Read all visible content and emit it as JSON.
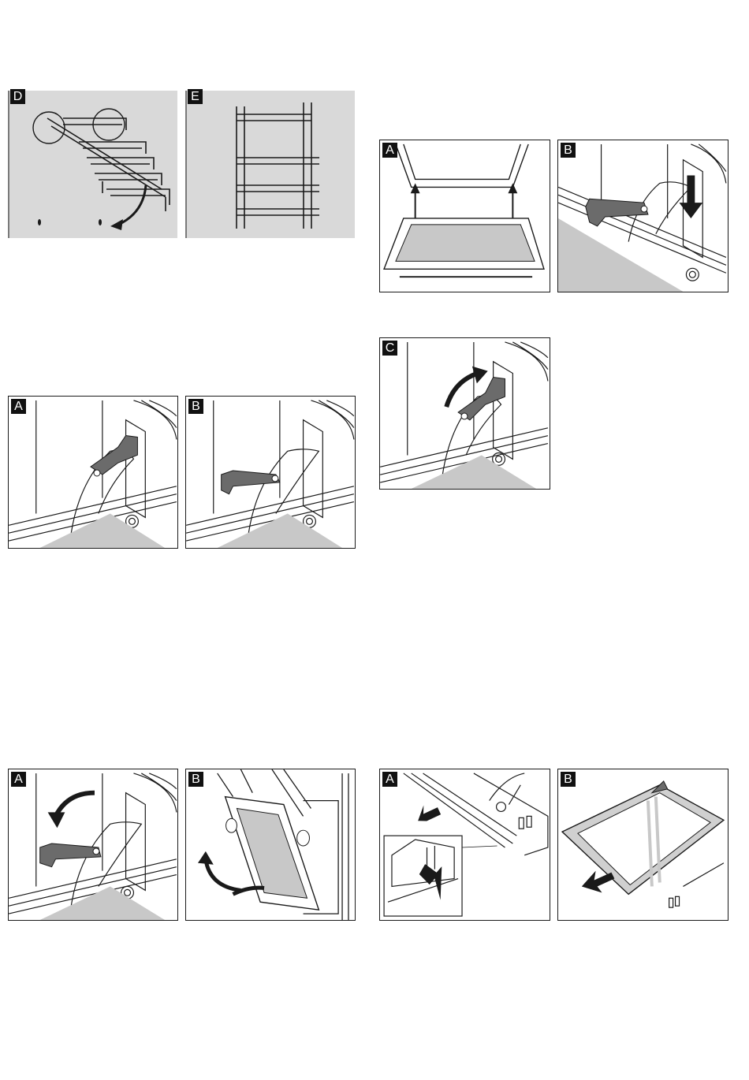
{
  "panels": {
    "rack_d": {
      "label": "D"
    },
    "rack_e": {
      "label": "E"
    },
    "hinge_a": {
      "label": "A"
    },
    "hinge_b": {
      "label": "B"
    },
    "door_a": {
      "label": "A"
    },
    "door_b": {
      "label": "B"
    },
    "door_c": {
      "label": "C"
    },
    "lever_a": {
      "label": "A"
    },
    "lift_b": {
      "label": "B"
    },
    "glass_a": {
      "label": "A"
    },
    "glass_b": {
      "label": "B"
    }
  },
  "colors": {
    "line": "#1a1a1a",
    "shade": "#c8c8c8",
    "panel_bg": "#d9d9d9",
    "lever": "#6b6b6b"
  }
}
